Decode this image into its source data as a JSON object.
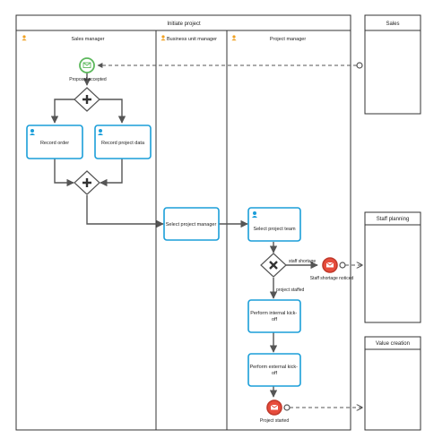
{
  "main_pool": {
    "title": "Initiate project"
  },
  "lanes": {
    "sales_manager": "Sales manager",
    "business_unit_manager": "Business unit manager",
    "project_manager": "Project manager"
  },
  "side_pools": {
    "sales": "Sales",
    "staff_planning": "Staff planning",
    "value_creation": "Value creation"
  },
  "events": {
    "start": "Proposal accepted",
    "staff_shortage_notice": "Staff shortage noticed",
    "end": "Project started"
  },
  "tasks": {
    "record_order": "Record order",
    "record_project_data": "Record project data",
    "select_project_manager": "Select project manager",
    "select_project_team": "Select project team",
    "internal_kickoff": "Perform internal kick-off",
    "external_kickoff": "Perform external kick-off"
  },
  "flow_labels": {
    "staff_shortage": "staff shortage",
    "project_staffed": "project staffed"
  },
  "colors": {
    "task_border": "#1a9ed9",
    "start_event": "#5cb85c",
    "end_event": "#e74c3c",
    "person_icon": "#1a9ed9",
    "lane_icon": "#f0a020"
  }
}
